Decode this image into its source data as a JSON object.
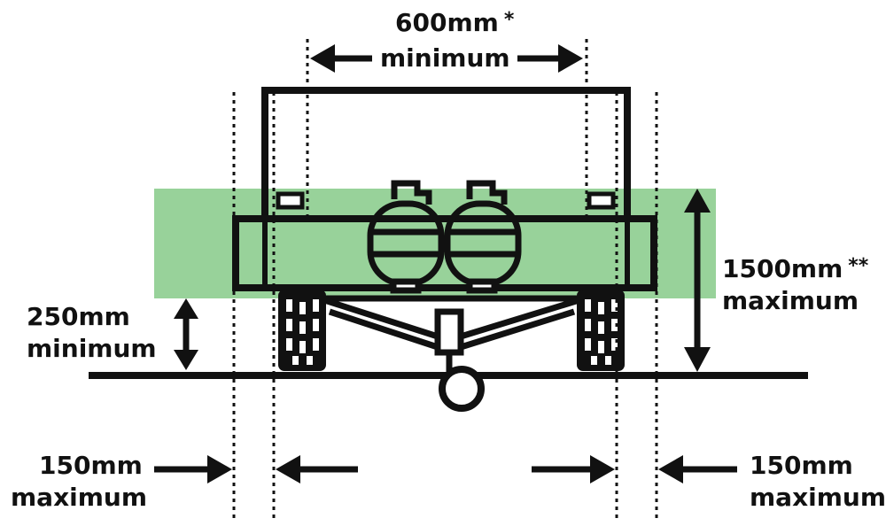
{
  "colors": {
    "ink": "#111111",
    "zone_fill": "#98d29a",
    "background": "#ffffff"
  },
  "labels": {
    "top_value": "600mm",
    "top_note": "*",
    "top_word": "minimum",
    "right_value": "1500mm",
    "right_note": "**",
    "right_word": "maximum",
    "left_value": "250mm",
    "left_word": "minimum",
    "bottom_left_value": "150mm",
    "bottom_left_word": "maximum",
    "bottom_right_value": "150mm",
    "bottom_right_word": "maximum"
  },
  "icons": [
    "trailer-icon",
    "gas-bottle-icon",
    "wheel-icon",
    "jockey-wheel-icon"
  ]
}
